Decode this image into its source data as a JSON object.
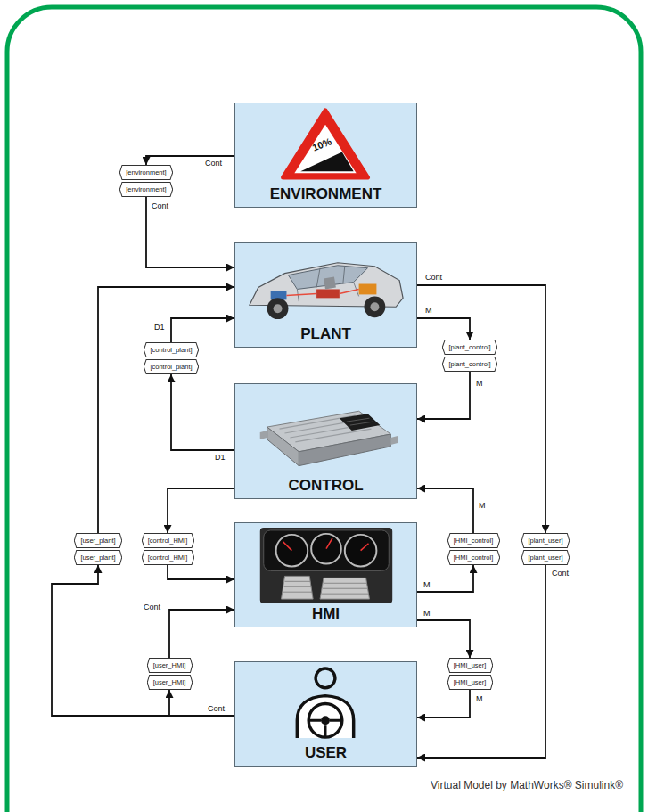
{
  "diagram": {
    "caption": "Virtual Model by MathWorks® Simulink®",
    "nodes": [
      {
        "text": [
          "ENVIRONMENT"
        ]
      },
      {
        "text": [
          "[environment]"
        ]
      },
      {
        "text": [
          "[environment]"
        ]
      },
      {
        "text": [
          "PLANT"
        ]
      },
      {
        "text": [
          "[control_plant]"
        ]
      },
      {
        "text": [
          "[control_plant]"
        ]
      },
      {
        "text": [
          "[plant_control]"
        ]
      },
      {
        "text": [
          "[plant_control]"
        ]
      },
      {
        "text": [
          "CONTROL"
        ]
      },
      {
        "text": [
          "[user_plant]"
        ]
      },
      {
        "text": [
          "[user_plant]"
        ]
      },
      {
        "text": [
          "[control_HMI]"
        ]
      },
      {
        "text": [
          "[control_HMI]"
        ]
      },
      {
        "text": [
          "[HMI_control]"
        ]
      },
      {
        "text": [
          "[HMI_control]"
        ]
      },
      {
        "text": [
          "[plant_user]"
        ]
      },
      {
        "text": [
          "[plant_user]"
        ]
      },
      {
        "text": [
          "HMI"
        ]
      },
      {
        "text": [
          "[user_HMI]"
        ]
      },
      {
        "text": [
          "[user_HMI]"
        ]
      },
      {
        "text": [
          "[HMI_user]"
        ]
      },
      {
        "text": [
          "[HMI_user]"
        ]
      },
      {
        "text": [
          "USER"
        ]
      }
    ],
    "edges": [
      {
        "from": 0,
        "to": 1,
        "label": "Cont",
        "arrow": "to"
      },
      {
        "from": 2,
        "to": 3,
        "label": "Cont",
        "arrow": "to"
      },
      {
        "from": 3,
        "to": 6,
        "label": "M",
        "arrow": "to"
      },
      {
        "from": 7,
        "to": 8,
        "label": "M",
        "arrow": "to"
      },
      {
        "from": 3,
        "to": 15,
        "label": "Cont",
        "arrow": "to"
      },
      {
        "from": 16,
        "to": 22,
        "label": "Cont",
        "arrow": "to"
      },
      {
        "from": 8,
        "to": 5,
        "label": "D1",
        "arrow": "to"
      },
      {
        "from": 4,
        "to": 3,
        "label": "D1",
        "arrow": "to"
      },
      {
        "from": 8,
        "to": 11,
        "arrow": "to"
      },
      {
        "from": 12,
        "to": 17,
        "arrow": "to"
      },
      {
        "from": 17,
        "to": 14,
        "label": "M",
        "arrow": "to"
      },
      {
        "from": 13,
        "to": 8,
        "label": "M",
        "arrow": "to"
      },
      {
        "from": 17,
        "to": 20,
        "label": "M",
        "arrow": "to"
      },
      {
        "from": 21,
        "to": 22,
        "label": "M",
        "arrow": "to"
      },
      {
        "from": 22,
        "to": 19,
        "label": "Cont",
        "arrow": "to"
      },
      {
        "from": 18,
        "to": 17,
        "label": "Cont",
        "arrow": "to"
      },
      {
        "from": 22,
        "to": 10,
        "arrow": "to"
      },
      {
        "from": 9,
        "to": 3,
        "arrow": "to"
      }
    ],
    "labels": [
      "10%"
    ]
  }
}
